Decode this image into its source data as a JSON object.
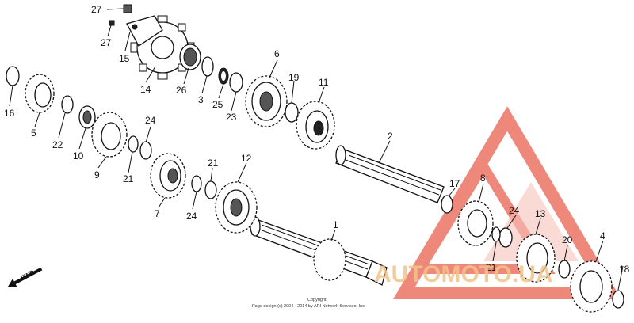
{
  "diagram": {
    "callouts": [
      "27",
      "27",
      "15",
      "14",
      "26",
      "3",
      "25",
      "23",
      "6",
      "19",
      "11",
      "16",
      "5",
      "22",
      "10",
      "9",
      "24",
      "21",
      "2",
      "7",
      "21",
      "24",
      "12",
      "17",
      "8",
      "24",
      "13",
      "1",
      "20",
      "4",
      "21",
      "18"
    ],
    "fwd_label": "FWD",
    "copyright_line1": "Copyright",
    "copyright_line2": "Page design (c) 2004 - 2014 by ARI Network Services, Inc."
  },
  "watermark": {
    "text": "AUTOMOTO.UA",
    "color": "#e8543f",
    "text_color": "#f2b46a"
  }
}
